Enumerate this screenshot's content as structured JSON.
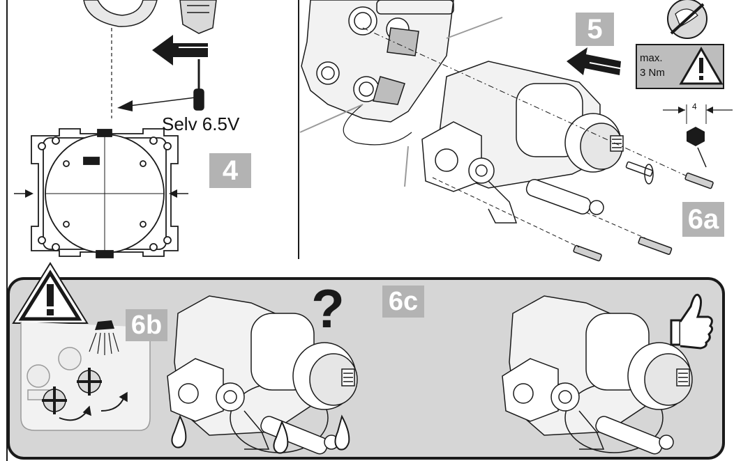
{
  "steps": {
    "s4": "4",
    "s5": "5",
    "s6a": "6a",
    "s6b": "6b",
    "s6c": "6c"
  },
  "labels": {
    "voltage": "Selv 6.5V",
    "torque_line1": "max.",
    "torque_line2": "3 Nm",
    "hex_size": "4",
    "question": "?"
  },
  "icons": {
    "warning": "warning-triangle-icon",
    "no_tool": "no-pliers-icon",
    "thumbs_up": "thumbs-up-icon",
    "shower": "shower-head-icon",
    "drop": "water-drop-icon"
  },
  "colors": {
    "badge": "#b3b3b3",
    "panel": "#d6d6d6",
    "line": "#1a1a1a"
  }
}
